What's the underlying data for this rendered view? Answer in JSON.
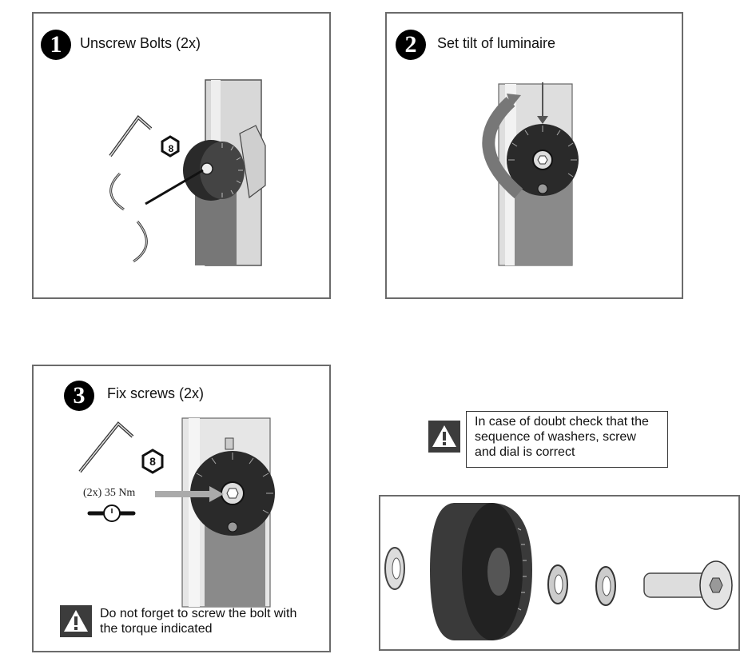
{
  "steps": [
    {
      "number": "1",
      "title": "Unscrew Bolts (2x)",
      "tool_size": "8"
    },
    {
      "number": "2",
      "title": "Set tilt of luminaire"
    },
    {
      "number": "3",
      "title": "Fix screws (2x)",
      "tool_size": "8",
      "torque": "(2x) 35 Nm"
    }
  ],
  "warnings": {
    "torque": "Do not forget to screw the bolt with the torque indicated",
    "sequence": "In case of doubt check that the sequence of washers, screw and dial is correct"
  },
  "icons": [
    "allen-key-icon",
    "hex-size-icon",
    "rotation-arrows-icon",
    "torque-wrench-icon",
    "warning-icon"
  ]
}
